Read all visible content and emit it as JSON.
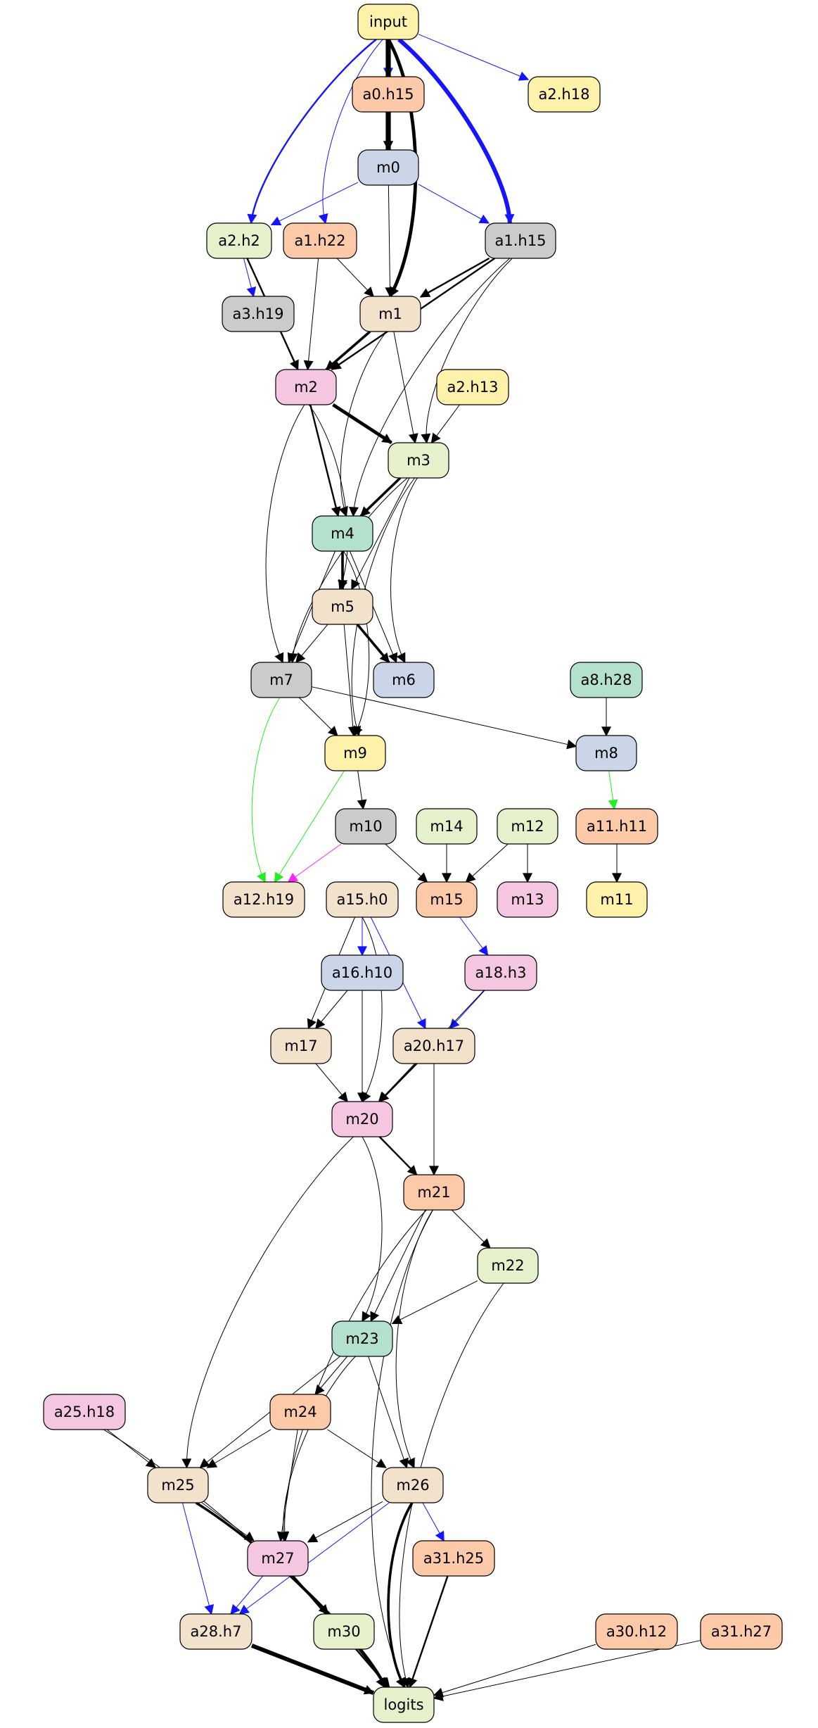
{
  "colors": {
    "yellow": "#fef1a9",
    "orange": "#fccaa8",
    "blue": "#cad5e8",
    "green": "#e5f1cb",
    "gray": "#cbcbcb",
    "tan": "#f2e2cc",
    "pink": "#f5c6e2",
    "teal": "#b3e1cd",
    "edge_black": "#000000",
    "edge_blue": "#1414ff",
    "edge_green": "#22ee22",
    "edge_magenta": "#ff22ff"
  },
  "nodes": [
    {
      "id": "input",
      "label": "input",
      "color": "yellow"
    },
    {
      "id": "a0h15",
      "label": "a0.h15",
      "color": "orange"
    },
    {
      "id": "a2h18",
      "label": "a2.h18",
      "color": "yellow"
    },
    {
      "id": "m0",
      "label": "m0",
      "color": "blue"
    },
    {
      "id": "a2h2",
      "label": "a2.h2",
      "color": "green"
    },
    {
      "id": "a1h22",
      "label": "a1.h22",
      "color": "orange"
    },
    {
      "id": "a1h15",
      "label": "a1.h15",
      "color": "gray"
    },
    {
      "id": "a3h19",
      "label": "a3.h19",
      "color": "gray"
    },
    {
      "id": "m1",
      "label": "m1",
      "color": "tan"
    },
    {
      "id": "m2",
      "label": "m2",
      "color": "pink"
    },
    {
      "id": "a2h13",
      "label": "a2.h13",
      "color": "yellow"
    },
    {
      "id": "m3",
      "label": "m3",
      "color": "green"
    },
    {
      "id": "m4",
      "label": "m4",
      "color": "teal"
    },
    {
      "id": "m5",
      "label": "m5",
      "color": "tan"
    },
    {
      "id": "m7",
      "label": "m7",
      "color": "gray"
    },
    {
      "id": "m6",
      "label": "m6",
      "color": "blue"
    },
    {
      "id": "a8h28",
      "label": "a8.h28",
      "color": "teal"
    },
    {
      "id": "m9",
      "label": "m9",
      "color": "yellow"
    },
    {
      "id": "m8",
      "label": "m8",
      "color": "blue"
    },
    {
      "id": "m10",
      "label": "m10",
      "color": "gray"
    },
    {
      "id": "m14",
      "label": "m14",
      "color": "green"
    },
    {
      "id": "m12",
      "label": "m12",
      "color": "green"
    },
    {
      "id": "a11h11",
      "label": "a11.h11",
      "color": "orange"
    },
    {
      "id": "a12h19",
      "label": "a12.h19",
      "color": "tan"
    },
    {
      "id": "a15h0",
      "label": "a15.h0",
      "color": "tan"
    },
    {
      "id": "m15",
      "label": "m15",
      "color": "orange"
    },
    {
      "id": "m13",
      "label": "m13",
      "color": "pink"
    },
    {
      "id": "m11",
      "label": "m11",
      "color": "yellow"
    },
    {
      "id": "a16h10",
      "label": "a16.h10",
      "color": "blue"
    },
    {
      "id": "a18h3",
      "label": "a18.h3",
      "color": "pink"
    },
    {
      "id": "m17",
      "label": "m17",
      "color": "tan"
    },
    {
      "id": "a20h17",
      "label": "a20.h17",
      "color": "tan"
    },
    {
      "id": "m20",
      "label": "m20",
      "color": "pink"
    },
    {
      "id": "m21",
      "label": "m21",
      "color": "orange"
    },
    {
      "id": "m22",
      "label": "m22",
      "color": "green"
    },
    {
      "id": "m23",
      "label": "m23",
      "color": "teal"
    },
    {
      "id": "a25h18",
      "label": "a25.h18",
      "color": "pink"
    },
    {
      "id": "m24",
      "label": "m24",
      "color": "orange"
    },
    {
      "id": "m25",
      "label": "m25",
      "color": "tan"
    },
    {
      "id": "m26",
      "label": "m26",
      "color": "tan"
    },
    {
      "id": "m27",
      "label": "m27",
      "color": "pink"
    },
    {
      "id": "a31h25",
      "label": "a31.h25",
      "color": "orange"
    },
    {
      "id": "a28h7",
      "label": "a28.h7",
      "color": "tan"
    },
    {
      "id": "m30",
      "label": "m30",
      "color": "green"
    },
    {
      "id": "a30h12",
      "label": "a30.h12",
      "color": "orange"
    },
    {
      "id": "a31h27",
      "label": "a31.h27",
      "color": "orange"
    },
    {
      "id": "logits",
      "label": "logits",
      "color": "green"
    }
  ],
  "edges": [
    {
      "from": "input",
      "to": "a0h15",
      "color": "edge_blue",
      "weight": 1
    },
    {
      "from": "input",
      "to": "a2h18",
      "color": "edge_blue",
      "weight": 1
    },
    {
      "from": "input",
      "to": "m0",
      "color": "edge_black",
      "weight": 6
    },
    {
      "from": "input",
      "to": "a2h2",
      "color": "edge_blue",
      "weight": 2
    },
    {
      "from": "input",
      "to": "a1h22",
      "color": "edge_blue",
      "weight": 1
    },
    {
      "from": "input",
      "to": "a1h15",
      "color": "edge_blue",
      "weight": 5
    },
    {
      "from": "input",
      "to": "m1",
      "color": "edge_black",
      "weight": 4
    },
    {
      "from": "a0h15",
      "to": "m0",
      "color": "edge_black",
      "weight": 1
    },
    {
      "from": "m0",
      "to": "a2h2",
      "color": "edge_blue",
      "weight": 1
    },
    {
      "from": "m0",
      "to": "a1h15",
      "color": "edge_blue",
      "weight": 1
    },
    {
      "from": "m0",
      "to": "m1",
      "color": "edge_black",
      "weight": 1
    },
    {
      "from": "a2h2",
      "to": "a3h19",
      "color": "edge_blue",
      "weight": 1
    },
    {
      "from": "a2h2",
      "to": "m2",
      "color": "edge_black",
      "weight": 2
    },
    {
      "from": "a1h22",
      "to": "m1",
      "color": "edge_black",
      "weight": 1
    },
    {
      "from": "a1h22",
      "to": "m2",
      "color": "edge_black",
      "weight": 1
    },
    {
      "from": "a1h15",
      "to": "m1",
      "color": "edge_black",
      "weight": 2
    },
    {
      "from": "a1h15",
      "to": "m2",
      "color": "edge_black",
      "weight": 2
    },
    {
      "from": "a1h15",
      "to": "m3",
      "color": "edge_black",
      "weight": 1
    },
    {
      "from": "a1h15",
      "to": "m4",
      "color": "edge_black",
      "weight": 1
    },
    {
      "from": "m1",
      "to": "m2",
      "color": "edge_black",
      "weight": 3
    },
    {
      "from": "m1",
      "to": "m3",
      "color": "edge_black",
      "weight": 1
    },
    {
      "from": "m1",
      "to": "m4",
      "color": "edge_black",
      "weight": 1
    },
    {
      "from": "a2h13",
      "to": "m3",
      "color": "edge_black",
      "weight": 1
    },
    {
      "from": "m2",
      "to": "m3",
      "color": "edge_black",
      "weight": 4
    },
    {
      "from": "m2",
      "to": "m4",
      "color": "edge_black",
      "weight": 2
    },
    {
      "from": "m2",
      "to": "m5",
      "color": "edge_black",
      "weight": 1
    },
    {
      "from": "m2",
      "to": "m7",
      "color": "edge_black",
      "weight": 1
    },
    {
      "from": "m3",
      "to": "m4",
      "color": "edge_black",
      "weight": 3
    },
    {
      "from": "m3",
      "to": "m5",
      "color": "edge_black",
      "weight": 1
    },
    {
      "from": "m3",
      "to": "m6",
      "color": "edge_black",
      "weight": 1
    },
    {
      "from": "m3",
      "to": "m7",
      "color": "edge_black",
      "weight": 1
    },
    {
      "from": "m3",
      "to": "m9",
      "color": "edge_black",
      "weight": 1
    },
    {
      "from": "m4",
      "to": "m5",
      "color": "edge_black",
      "weight": 3
    },
    {
      "from": "m4",
      "to": "m6",
      "color": "edge_black",
      "weight": 1
    },
    {
      "from": "m4",
      "to": "m7",
      "color": "edge_black",
      "weight": 1
    },
    {
      "from": "m4",
      "to": "m9",
      "color": "edge_black",
      "weight": 1
    },
    {
      "from": "m5",
      "to": "m6",
      "color": "edge_black",
      "weight": 3
    },
    {
      "from": "m5",
      "to": "m7",
      "color": "edge_black",
      "weight": 1
    },
    {
      "from": "m5",
      "to": "m9",
      "color": "edge_black",
      "weight": 1
    },
    {
      "from": "m7",
      "to": "m9",
      "color": "edge_black",
      "weight": 1
    },
    {
      "from": "m7",
      "to": "m8",
      "color": "edge_black",
      "weight": 1
    },
    {
      "from": "m7",
      "to": "a12h19",
      "color": "edge_green",
      "weight": 1
    },
    {
      "from": "a8h28",
      "to": "m8",
      "color": "edge_black",
      "weight": 1
    },
    {
      "from": "m9",
      "to": "m10",
      "color": "edge_black",
      "weight": 1
    },
    {
      "from": "m9",
      "to": "a12h19",
      "color": "edge_green",
      "weight": 1
    },
    {
      "from": "m8",
      "to": "a11h11",
      "color": "edge_green",
      "weight": 1
    },
    {
      "from": "m10",
      "to": "a12h19",
      "color": "edge_magenta",
      "weight": 1
    },
    {
      "from": "m10",
      "to": "m15",
      "color": "edge_black",
      "weight": 1
    },
    {
      "from": "m14",
      "to": "m15",
      "color": "edge_black",
      "weight": 1
    },
    {
      "from": "m12",
      "to": "m15",
      "color": "edge_black",
      "weight": 1
    },
    {
      "from": "m12",
      "to": "m13",
      "color": "edge_black",
      "weight": 1
    },
    {
      "from": "a11h11",
      "to": "m11",
      "color": "edge_black",
      "weight": 1
    },
    {
      "from": "a15h0",
      "to": "a16h10",
      "color": "edge_blue",
      "weight": 1
    },
    {
      "from": "a15h0",
      "to": "a20h17",
      "color": "edge_blue",
      "weight": 1
    },
    {
      "from": "a15h0",
      "to": "m17",
      "color": "edge_black",
      "weight": 1
    },
    {
      "from": "a15h0",
      "to": "m20",
      "color": "edge_black",
      "weight": 1
    },
    {
      "from": "m15",
      "to": "a18h3",
      "color": "edge_blue",
      "weight": 1
    },
    {
      "from": "a16h10",
      "to": "m17",
      "color": "edge_black",
      "weight": 1
    },
    {
      "from": "a16h10",
      "to": "m20",
      "color": "edge_black",
      "weight": 1
    },
    {
      "from": "a18h3",
      "to": "a20h17",
      "color": "edge_blue",
      "weight": 1
    },
    {
      "from": "a18h3",
      "to": "m20",
      "color": "edge_black",
      "weight": 1
    },
    {
      "from": "m17",
      "to": "m20",
      "color": "edge_black",
      "weight": 1
    },
    {
      "from": "a20h17",
      "to": "m20",
      "color": "edge_black",
      "weight": 2
    },
    {
      "from": "a20h17",
      "to": "m21",
      "color": "edge_black",
      "weight": 1
    },
    {
      "from": "m20",
      "to": "m21",
      "color": "edge_black",
      "weight": 2
    },
    {
      "from": "m20",
      "to": "m23",
      "color": "edge_black",
      "weight": 1
    },
    {
      "from": "m20",
      "to": "m25",
      "color": "edge_black",
      "weight": 1
    },
    {
      "from": "m21",
      "to": "m22",
      "color": "edge_black",
      "weight": 1
    },
    {
      "from": "m21",
      "to": "m23",
      "color": "edge_black",
      "weight": 1
    },
    {
      "from": "m21",
      "to": "m26",
      "color": "edge_black",
      "weight": 1
    },
    {
      "from": "m21",
      "to": "m27",
      "color": "edge_black",
      "weight": 1
    },
    {
      "from": "m21",
      "to": "logits",
      "color": "edge_black",
      "weight": 1
    },
    {
      "from": "m22",
      "to": "m23",
      "color": "edge_black",
      "weight": 1
    },
    {
      "from": "m22",
      "to": "logits",
      "color": "edge_black",
      "weight": 1
    },
    {
      "from": "m23",
      "to": "m24",
      "color": "edge_black",
      "weight": 1
    },
    {
      "from": "m23",
      "to": "m25",
      "color": "edge_black",
      "weight": 1
    },
    {
      "from": "m23",
      "to": "m26",
      "color": "edge_black",
      "weight": 1
    },
    {
      "from": "m23",
      "to": "m27",
      "color": "edge_black",
      "weight": 1
    },
    {
      "from": "a25h18",
      "to": "m25",
      "color": "edge_black",
      "weight": 1
    },
    {
      "from": "a25h18",
      "to": "logits",
      "color": "edge_black",
      "weight": 1
    },
    {
      "from": "m24",
      "to": "m25",
      "color": "edge_black",
      "weight": 1
    },
    {
      "from": "m24",
      "to": "m26",
      "color": "edge_black",
      "weight": 1
    },
    {
      "from": "m24",
      "to": "m27",
      "color": "edge_black",
      "weight": 1
    },
    {
      "from": "m25",
      "to": "m27",
      "color": "edge_black",
      "weight": 1
    },
    {
      "from": "m25",
      "to": "a28h7",
      "color": "edge_blue",
      "weight": 1
    },
    {
      "from": "m25",
      "to": "logits",
      "color": "edge_black",
      "weight": 3
    },
    {
      "from": "m26",
      "to": "m27",
      "color": "edge_black",
      "weight": 1
    },
    {
      "from": "m26",
      "to": "a31h25",
      "color": "edge_blue",
      "weight": 1
    },
    {
      "from": "m26",
      "to": "a28h7",
      "color": "edge_blue",
      "weight": 1
    },
    {
      "from": "m26",
      "to": "logits",
      "color": "edge_black",
      "weight": 3
    },
    {
      "from": "m27",
      "to": "a28h7",
      "color": "edge_blue",
      "weight": 1
    },
    {
      "from": "m27",
      "to": "m30",
      "color": "edge_black",
      "weight": 1
    },
    {
      "from": "m27",
      "to": "logits",
      "color": "edge_black",
      "weight": 2
    },
    {
      "from": "a31h25",
      "to": "logits",
      "color": "edge_black",
      "weight": 2
    },
    {
      "from": "a28h7",
      "to": "logits",
      "color": "edge_black",
      "weight": 5
    },
    {
      "from": "m30",
      "to": "logits",
      "color": "edge_black",
      "weight": 1
    },
    {
      "from": "a30h12",
      "to": "logits",
      "color": "edge_black",
      "weight": 1
    },
    {
      "from": "a31h27",
      "to": "logits",
      "color": "edge_black",
      "weight": 1
    }
  ]
}
